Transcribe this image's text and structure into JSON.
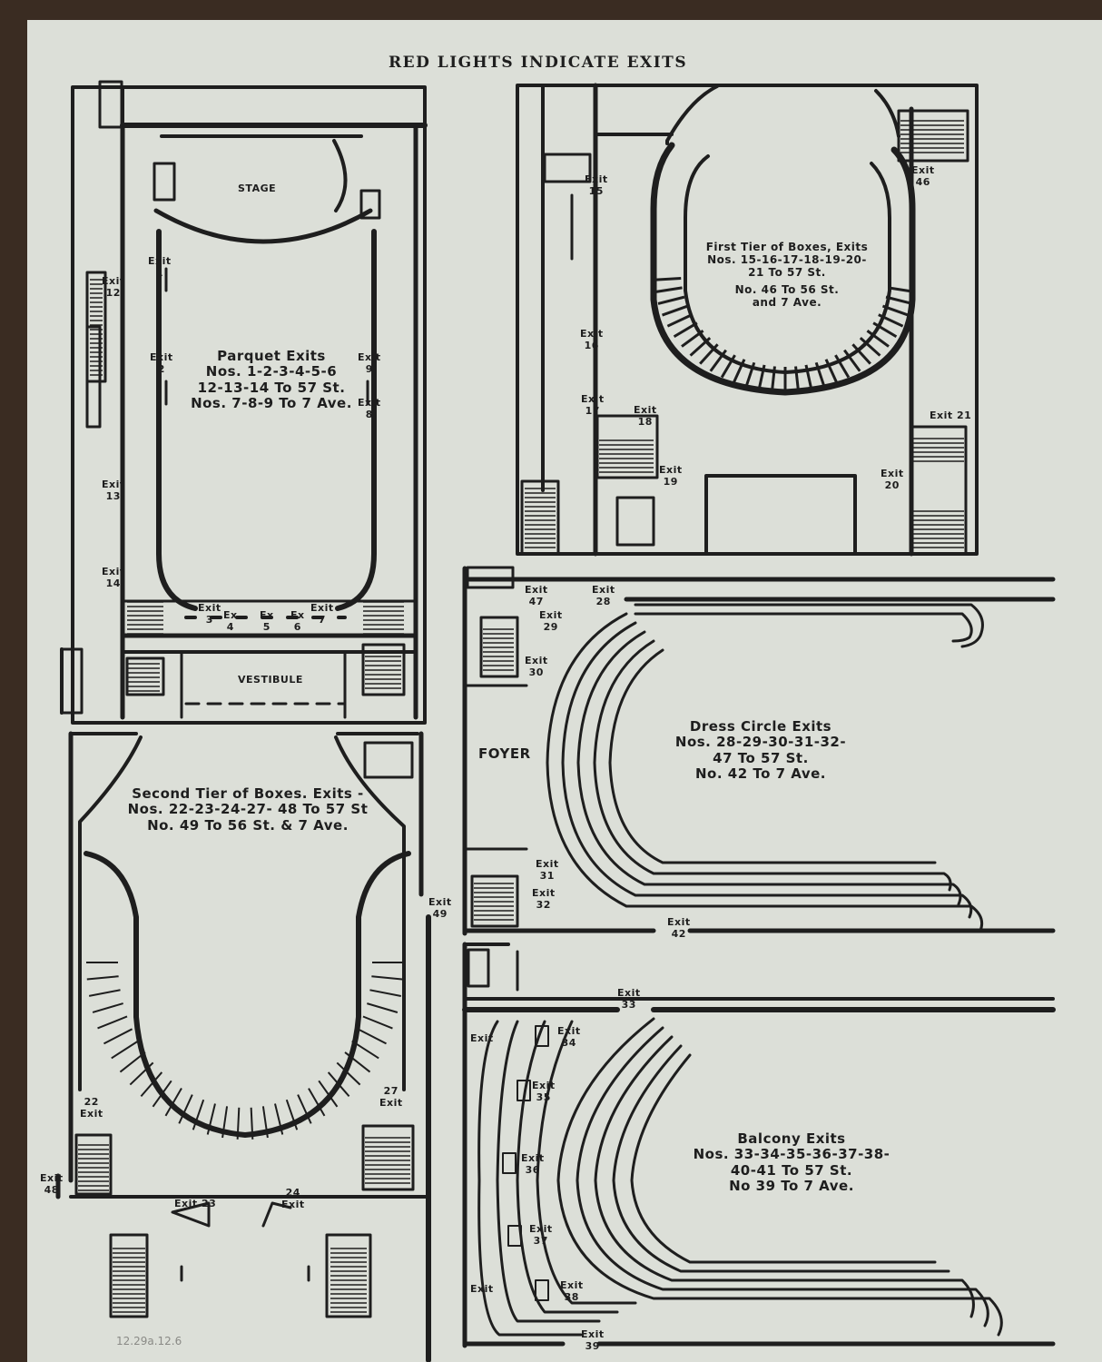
{
  "header": "RED LIGHTS INDICATE EXITS",
  "stage_label": "STAGE",
  "vestibule_label": "VESTIBULE",
  "foyer_label": "FOYER",
  "pencil_note": "12.29a.12.6",
  "parquet": {
    "title": "Parquet Exits",
    "lines": [
      "Nos. 1-2-3-4-5-6",
      "12-13-14 To 57 St.",
      "Nos. 7-8-9 To 7 Ave."
    ]
  },
  "first_tier": {
    "title": "First Tier of Boxes, Exits",
    "lines": [
      "Nos. 15-16-17-18-19-20-",
      "21 To 57 St.",
      "No. 46 To 56 St.",
      "and 7 Ave."
    ]
  },
  "dress_circle": {
    "title": "Dress Circle Exits",
    "lines": [
      "Nos. 28-29-30-31-32-",
      "47 To 57 St.",
      "No. 42 To 7 Ave."
    ]
  },
  "second_tier": {
    "title": "Second Tier of Boxes. Exits -",
    "lines": [
      "Nos. 22-23-24-27- 48 To 57 St",
      "No. 49 To 56 St. & 7 Ave."
    ]
  },
  "balcony": {
    "title": "Balcony Exits",
    "lines": [
      "Nos. 33-34-35-36-37-38-",
      "40-41 To 57 St.",
      "No 39 To 7 Ave."
    ]
  },
  "exits": {
    "e1": [
      "Exit",
      "1"
    ],
    "e2": [
      "Exit",
      "2"
    ],
    "e3": [
      "Exit",
      "3"
    ],
    "e4": [
      "Ex",
      "4"
    ],
    "e5": [
      "Ex",
      "5"
    ],
    "e6": [
      "Ex",
      "6"
    ],
    "e7": [
      "Exit",
      "7"
    ],
    "e8": [
      "Exit",
      "8"
    ],
    "e9": [
      "Exit",
      "9"
    ],
    "e12": [
      "Exit",
      "12"
    ],
    "e13": [
      "Exit",
      "13"
    ],
    "e14": [
      "Exit",
      "14"
    ],
    "e15": [
      "Exit",
      "15"
    ],
    "e16": [
      "Exit",
      "16"
    ],
    "e17": [
      "Exit",
      "17"
    ],
    "e18": [
      "Exit",
      "18"
    ],
    "e19": [
      "Exit",
      "19"
    ],
    "e20": [
      "Exit",
      "20"
    ],
    "e21": [
      "Exit 21",
      ""
    ],
    "e46": [
      "Exit",
      "46"
    ],
    "e47": [
      "Exit",
      "47"
    ],
    "e28": [
      "Exit",
      "28"
    ],
    "e29": [
      "Exit",
      "29"
    ],
    "e30": [
      "Exit",
      "30"
    ],
    "e31": [
      "Exit",
      "31"
    ],
    "e32": [
      "Exit",
      "32"
    ],
    "e42": [
      "Exit",
      "42"
    ],
    "e33": [
      "Exit",
      "33"
    ],
    "e34": [
      "Exit",
      "34"
    ],
    "e35": [
      "Exit",
      "35"
    ],
    "e36": [
      "Exit",
      "36"
    ],
    "e37": [
      "Exit",
      "37"
    ],
    "e38": [
      "Exit",
      "38"
    ],
    "e39": [
      "Exit",
      "39"
    ],
    "e40": [
      "Exit",
      ""
    ],
    "e41": [
      "Exit",
      ""
    ],
    "e22": [
      "22",
      "Exit"
    ],
    "e27": [
      "27",
      "Exit"
    ],
    "e48": [
      "Exit",
      "48"
    ],
    "e23": [
      "Exit 23",
      ""
    ],
    "e24": [
      "24",
      "Exit"
    ],
    "e49": [
      "Exit",
      "49"
    ]
  }
}
